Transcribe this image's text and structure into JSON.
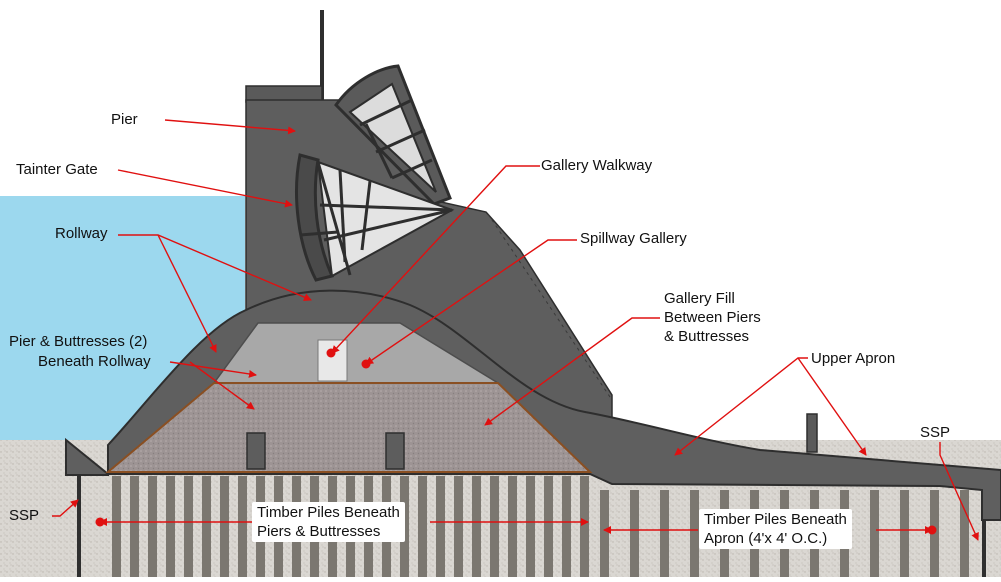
{
  "labels": {
    "pier": "Pier",
    "tainter_gate": "Tainter Gate",
    "rollway": "Rollway",
    "pier_buttresses": [
      "Pier & Buttresses (2)",
      "Beneath Rollway"
    ],
    "gallery_walkway": "Gallery Walkway",
    "spillway_gallery": "Spillway Gallery",
    "gallery_fill": [
      "Gallery Fill",
      "Between Piers",
      "& Buttresses"
    ],
    "upper_apron": "Upper Apron",
    "ssp_left": "SSP",
    "ssp_right": "SSP",
    "timber_piles_piers": [
      "Timber Piles Beneath",
      "Piers & Buttresses"
    ],
    "timber_piles_apron": [
      "Timber Piles Beneath",
      "Apron (4'x 4' O.C.)"
    ]
  },
  "colors": {
    "water": "#9cd8ee",
    "concrete_dark": "#5f5f5f",
    "concrete_outline": "#2e2e2e",
    "gallery": "#a9a9a9",
    "fill": "#9a9191",
    "fill_border": "#8a4f22",
    "soil": "#d9d6d1",
    "pile": "#7a766f",
    "arrow": "#e01010"
  }
}
